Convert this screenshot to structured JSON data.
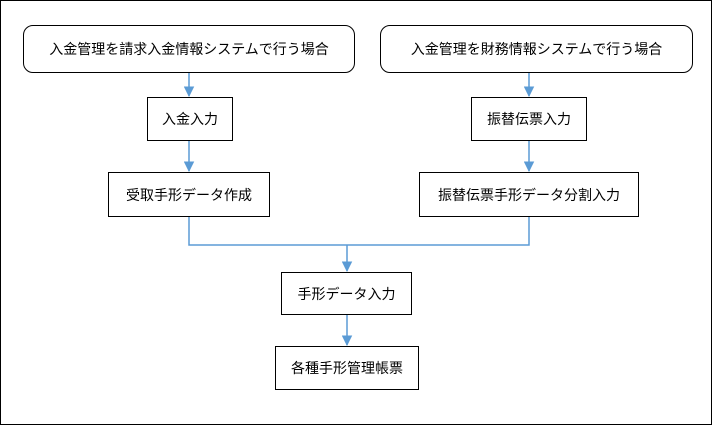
{
  "diagram": {
    "colors": {
      "connector": "#5b9bd5",
      "box_border": "#000000",
      "text": "#000000"
    },
    "nodes": {
      "start_billing": "入金管理を請求入金情報システムで行う場合",
      "start_finance": "入金管理を財務情報システムで行う場合",
      "payment_input": "入金入力",
      "transfer_slip_input": "振替伝票入力",
      "receive_bill_data": "受取手形データ作成",
      "transfer_slip_bill_split": "振替伝票手形データ分割入力",
      "bill_data_input": "手形データ入力",
      "bill_ledgers": "各種手形管理帳票"
    }
  }
}
